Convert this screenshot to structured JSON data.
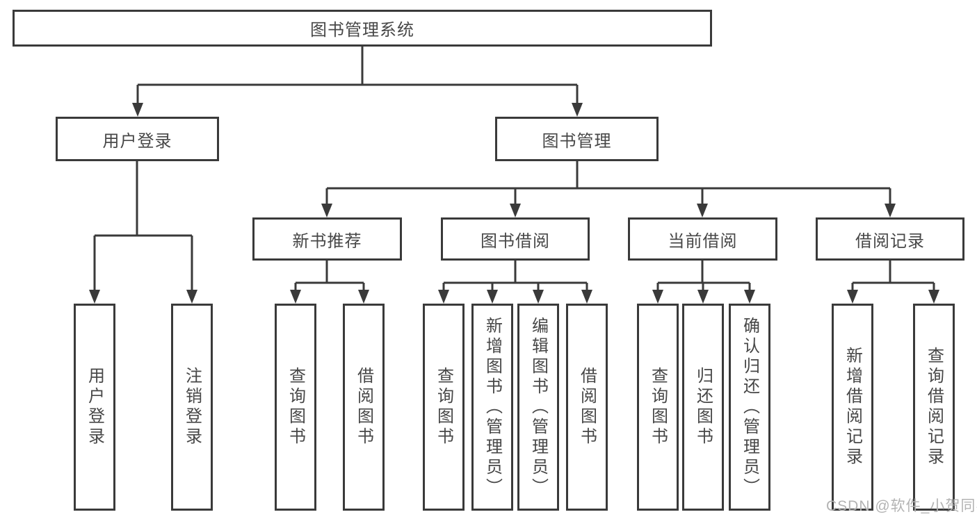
{
  "diagram": {
    "title": "图书管理系统",
    "branches": [
      {
        "label": "用户登录",
        "children": [
          {
            "label": "用户登录"
          },
          {
            "label": "注销登录"
          }
        ]
      },
      {
        "label": "图书管理",
        "children": [
          {
            "label": "新书推荐",
            "children": [
              {
                "label": "查询图书"
              },
              {
                "label": "借阅图书"
              }
            ]
          },
          {
            "label": "图书借阅",
            "children": [
              {
                "label": "查询图书"
              },
              {
                "label": "新增图书（管理员）"
              },
              {
                "label": "编辑图书（管理员）"
              },
              {
                "label": "借阅图书"
              }
            ]
          },
          {
            "label": "当前借阅",
            "children": [
              {
                "label": "查询图书"
              },
              {
                "label": "归还图书"
              },
              {
                "label": "确认归还（管理员）"
              }
            ]
          },
          {
            "label": "借阅记录",
            "children": [
              {
                "label": "新增借阅记录"
              },
              {
                "label": "查询借阅记录"
              }
            ]
          }
        ]
      }
    ]
  },
  "watermark": {
    "text": "CSDN @软件_小贺同学"
  },
  "colors": {
    "line": "#3a3a3a",
    "text": "#474747",
    "watermark": "#b3b3b3",
    "background": "#ffffff"
  }
}
